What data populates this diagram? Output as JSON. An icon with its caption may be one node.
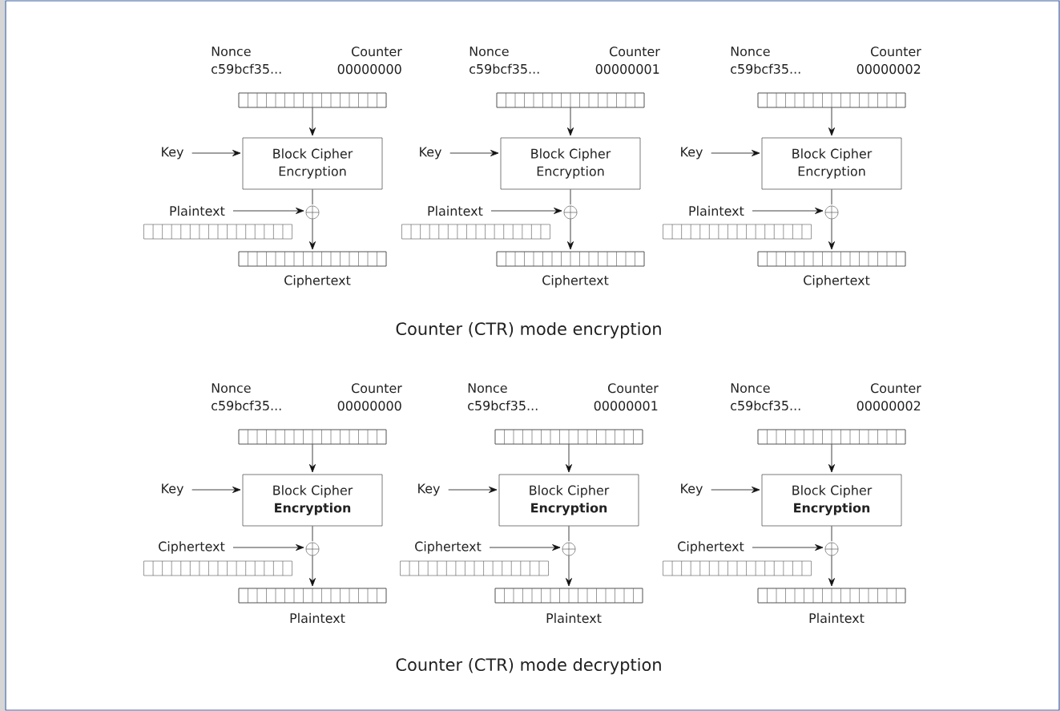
{
  "diagram": {
    "nodes": [
      {
        "text": [
          "Nonce c59bcf35...",
          "Counter 00000000"
        ]
      },
      {
        "text": [
          "Key"
        ]
      },
      {
        "text": [
          "Block Cipher Encryption"
        ]
      },
      {
        "text": [
          "Plaintext"
        ]
      },
      {
        "text": [],
        "shape": "circle"
      },
      {
        "text": [
          "Ciphertext"
        ]
      },
      {
        "text": [
          "Nonce c59bcf35...",
          "Counter 00000001"
        ]
      },
      {
        "text": [
          "Key"
        ]
      },
      {
        "text": [
          "Block Cipher Encryption"
        ]
      },
      {
        "text": [
          "Plaintext"
        ]
      },
      {
        "text": [],
        "shape": "circle"
      },
      {
        "text": [
          "Ciphertext"
        ]
      },
      {
        "text": [
          "Nonce c59bcf35...",
          "Counter 00000002"
        ]
      },
      {
        "text": [
          "Key"
        ]
      },
      {
        "text": [
          "Block Cipher Encryption"
        ]
      },
      {
        "text": [
          "Plaintext"
        ]
      },
      {
        "text": [],
        "shape": "circle"
      },
      {
        "text": [
          "Ciphertext"
        ]
      },
      {
        "text": [
          "Nonce c59bcf35...",
          "Counter 00000000"
        ]
      },
      {
        "text": [
          "Key"
        ]
      },
      {
        "text": [
          "Block Cipher **Encryption**"
        ]
      },
      {
        "text": [
          "Ciphertext"
        ]
      },
      {
        "text": [],
        "shape": "circle"
      },
      {
        "text": [
          "Plaintext"
        ]
      },
      {
        "text": [
          "Nonce c59bcf35...",
          "Counter 00000001"
        ]
      },
      {
        "text": [
          "Key"
        ]
      },
      {
        "text": [
          "Block Cipher **Encryption**"
        ]
      },
      {
        "text": [
          "Ciphertext"
        ]
      },
      {
        "text": [],
        "shape": "circle"
      },
      {
        "text": [
          "Plaintext"
        ]
      },
      {
        "text": [
          "Nonce c59bcf35...",
          "Counter 00000002"
        ]
      },
      {
        "text": [
          "Key"
        ]
      },
      {
        "text": [
          "Block Cipher **Encryption**"
        ]
      },
      {
        "text": [
          "Ciphertext"
        ]
      },
      {
        "text": [],
        "shape": "circle"
      },
      {
        "text": [
          "Plaintext"
        ]
      }
    ],
    "edges": [
      {
        "from": 0,
        "to": 2,
        "arrow": "to"
      },
      {
        "from": 1,
        "to": 2,
        "arrow": "to"
      },
      {
        "from": 2,
        "to": 4,
        "arrow": "none"
      },
      {
        "from": 3,
        "to": 4,
        "arrow": "to"
      },
      {
        "from": 4,
        "to": 5,
        "arrow": "to"
      },
      {
        "from": 6,
        "to": 8,
        "arrow": "to"
      },
      {
        "from": 7,
        "to": 8,
        "arrow": "to"
      },
      {
        "from": 8,
        "to": 10,
        "arrow": "none"
      },
      {
        "from": 9,
        "to": 10,
        "arrow": "to"
      },
      {
        "from": 10,
        "to": 11,
        "arrow": "to"
      },
      {
        "from": 12,
        "to": 14,
        "arrow": "to"
      },
      {
        "from": 13,
        "to": 14,
        "arrow": "to"
      },
      {
        "from": 14,
        "to": 16,
        "arrow": "none"
      },
      {
        "from": 15,
        "to": 16,
        "arrow": "to"
      },
      {
        "from": 16,
        "to": 17,
        "arrow": "to"
      },
      {
        "from": 18,
        "to": 20,
        "arrow": "to"
      },
      {
        "from": 19,
        "to": 20,
        "arrow": "to"
      },
      {
        "from": 20,
        "to": 22,
        "arrow": "none"
      },
      {
        "from": 21,
        "to": 22,
        "arrow": "to"
      },
      {
        "from": 22,
        "to": 23,
        "arrow": "to"
      },
      {
        "from": 24,
        "to": 26,
        "arrow": "to"
      },
      {
        "from": 25,
        "to": 26,
        "arrow": "to"
      },
      {
        "from": 26,
        "to": 28,
        "arrow": "none"
      },
      {
        "from": 27,
        "to": 28,
        "arrow": "to"
      },
      {
        "from": 28,
        "to": 29,
        "arrow": "to"
      },
      {
        "from": 30,
        "to": 32,
        "arrow": "to"
      },
      {
        "from": 31,
        "to": 32,
        "arrow": "to"
      },
      {
        "from": 32,
        "to": 34,
        "arrow": "none"
      },
      {
        "from": 33,
        "to": 34,
        "arrow": "to"
      },
      {
        "from": 34,
        "to": 35,
        "arrow": "to"
      }
    ],
    "labels": [
      "Counter (CTR) mode encryption",
      "Counter (CTR) mode decryption"
    ]
  }
}
